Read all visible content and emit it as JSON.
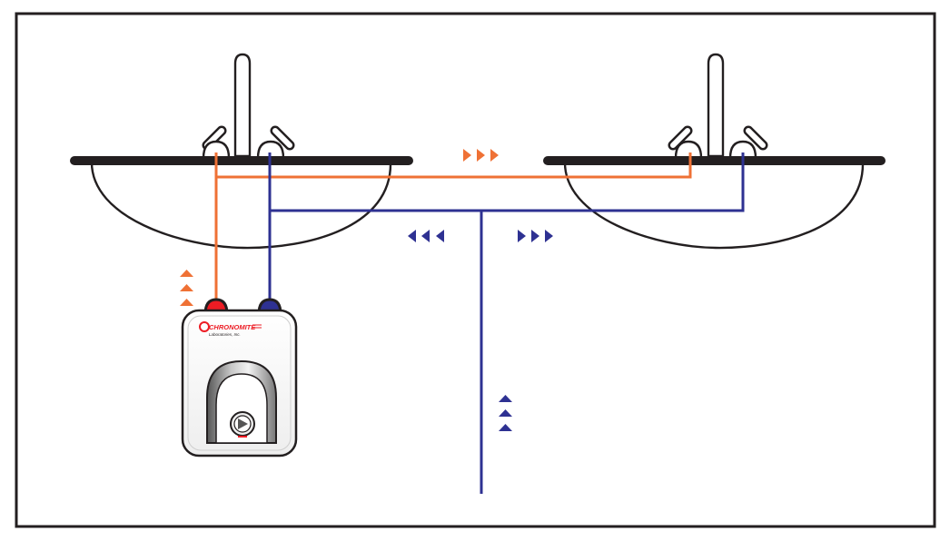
{
  "colors": {
    "hot": "#ef7135",
    "cold": "#2e3192",
    "outline": "#231f20",
    "background": "#ffffff",
    "heater_logo_red": "#ed1c24"
  },
  "heater": {
    "brand_name": "CHRONOMITE",
    "brand_subtitle": "Laboratories, Inc."
  },
  "icons": {
    "hot_flow": "triangle-arrow",
    "cold_flow": "triangle-arrow",
    "heater_dial": "triangle-in-circle"
  }
}
